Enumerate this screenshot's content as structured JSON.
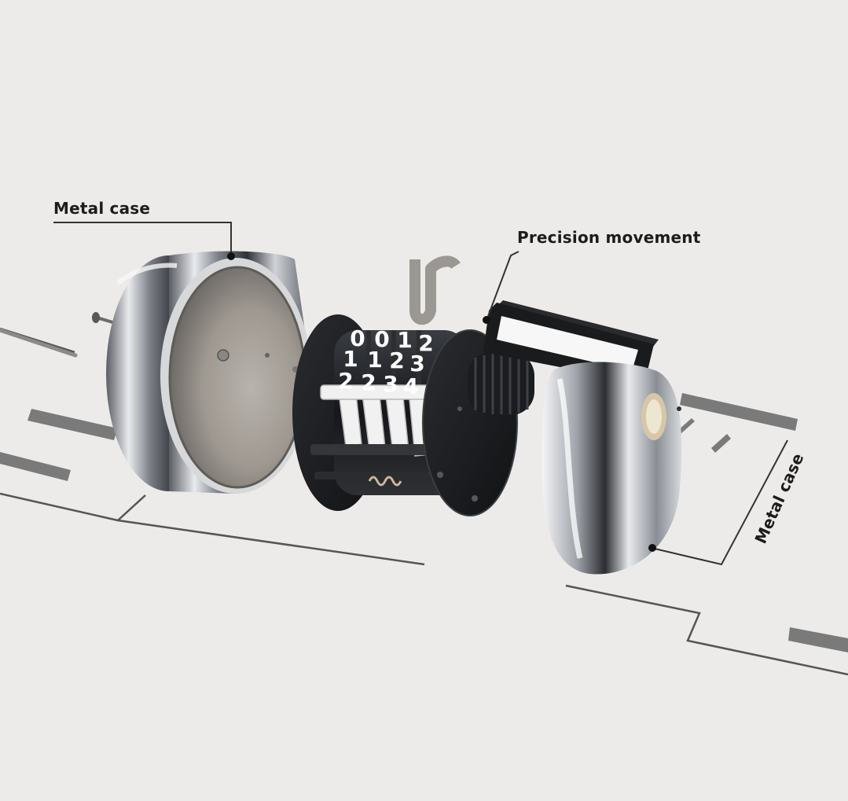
{
  "labels": {
    "left_case": "Metal case",
    "movement": "Precision movement",
    "right_case": "Metal case"
  },
  "counter_wheels": {
    "top_row": [
      "0",
      "0",
      "1",
      "2"
    ],
    "middle_row": [
      "1",
      "1",
      "2",
      "3"
    ],
    "bottom_row": [
      "2",
      "2",
      "3",
      "4"
    ]
  },
  "colors": {
    "background": "#ecebe9",
    "guide_lines": "#555555",
    "chrome_dark": "#4a4c52",
    "chrome_light": "#f2f3f5",
    "movement_body": "#1d1f22"
  }
}
